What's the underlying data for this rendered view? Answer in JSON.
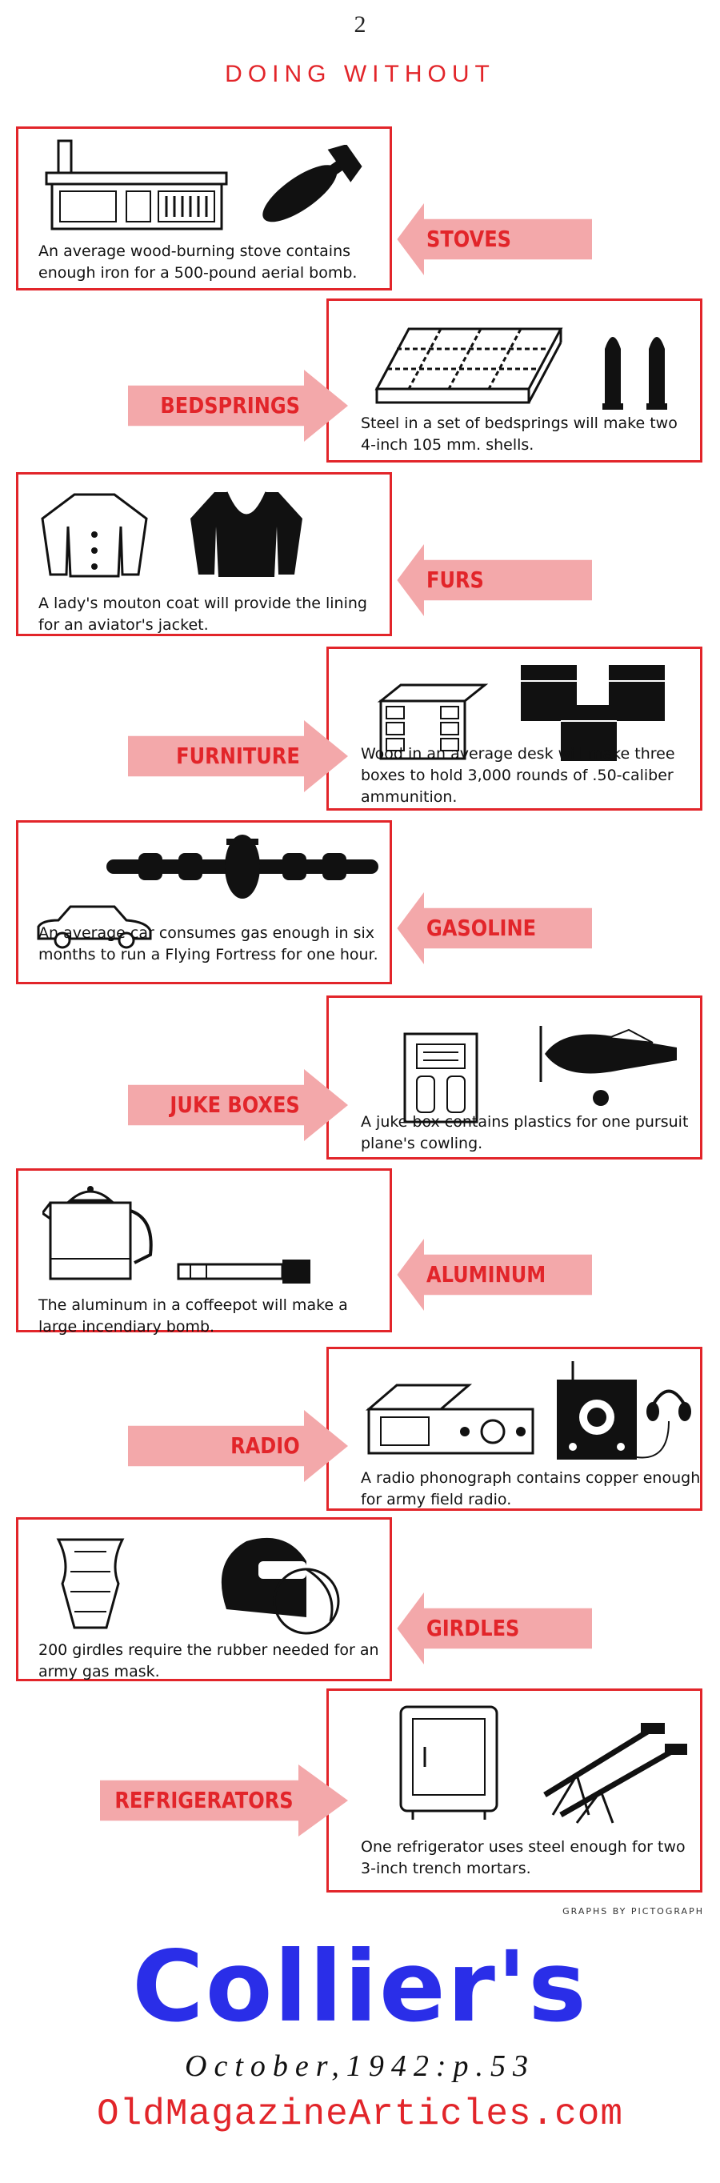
{
  "page_number": "2",
  "heading": "DOING WITHOUT",
  "items": [
    {
      "label": "STOVES",
      "caption": "An average wood-burning stove contains enough iron for a 500-pound aerial bomb."
    },
    {
      "label": "BEDSPRINGS",
      "caption": "Steel in a set of bedsprings will make two 4-inch 105 mm. shells."
    },
    {
      "label": "FURS",
      "caption": "A lady's mouton coat will provide the lining for an aviator's jacket."
    },
    {
      "label": "FURNITURE",
      "caption": "Wood in an average desk will make three boxes to hold 3,000 rounds of .50-caliber ammunition."
    },
    {
      "label": "GASOLINE",
      "caption": "An average car consumes gas enough in six months to run a Flying Fortress for one hour."
    },
    {
      "label": "JUKE BOXES",
      "caption": "A juke box contains plastics for one pursuit plane's cowling."
    },
    {
      "label": "ALUMINUM",
      "caption": "The aluminum in a coffeepot will make a large incendiary bomb."
    },
    {
      "label": "RADIO",
      "caption": "A radio phonograph contains copper enough for army field radio."
    },
    {
      "label": "GIRDLES",
      "caption": "200 girdles require the rubber needed for an army gas mask."
    },
    {
      "label": "REFRIGERATORS",
      "caption": "One refrigerator uses steel enough for two 3-inch trench mortars."
    }
  ],
  "credit": "GRAPHS BY PICTOGRAPH",
  "masthead": "Collier's",
  "date_line": "October,1942:p.53",
  "website": "OldMagazineArticles.com",
  "colors": {
    "accent_red": "#e2252a",
    "arrow_pink": "#f3a8aa",
    "masthead_blue": "#2a2ee8"
  }
}
